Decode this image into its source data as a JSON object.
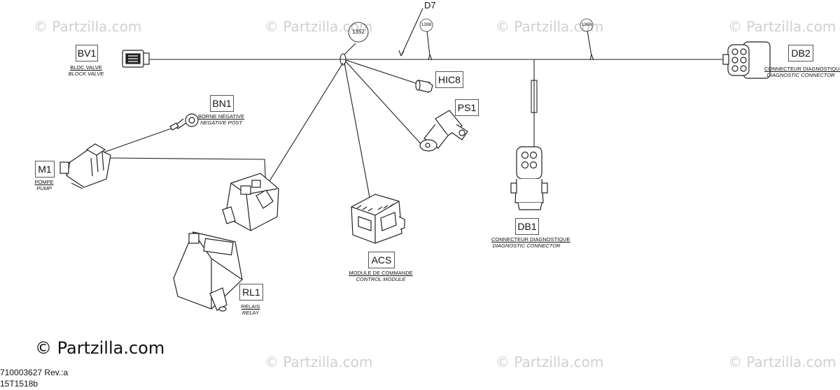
{
  "watermark": "© Partzilla.com",
  "brand": "© Partzilla.com",
  "footer": {
    "line1": "710003627 Rev.:a",
    "line2": "15T1518b"
  },
  "harness": {
    "name": "D7",
    "tag_1352": "1352",
    "tag_1398_a": "1398",
    "tag_1398_b": "1398"
  },
  "components": {
    "bv1": {
      "code": "BV1",
      "fr": "BLOC VALVE",
      "en": "BLOCK VALVE"
    },
    "bn1": {
      "code": "BN1",
      "fr": "BORNE NÉGATIVE",
      "en": "NEGATIVE POST"
    },
    "m1": {
      "code": "M1",
      "fr": "POMPE",
      "en": "PUMP"
    },
    "hic8": {
      "code": "HIC8"
    },
    "ps1": {
      "code": "PS1"
    },
    "acs": {
      "code": "ACS",
      "fr": "MODULE DE COMMANDE",
      "en": "CONTROL MODULE"
    },
    "rl1": {
      "code": "RL1",
      "fr": "RELAIS",
      "en": "RELAY"
    },
    "db1": {
      "code": "DB1",
      "fr": "CONNECTEUR DIAGNOSTIQUE",
      "en": "DIAGNOSTIC CONNECTOR"
    },
    "db2": {
      "code": "DB2",
      "fr": "CONNECTEUR DIAGNOSTIQUE",
      "en": "DIAGNOSTIC CONNECTOR"
    }
  },
  "colors": {
    "line": "#222222",
    "watermark": "#d0d0d0"
  }
}
